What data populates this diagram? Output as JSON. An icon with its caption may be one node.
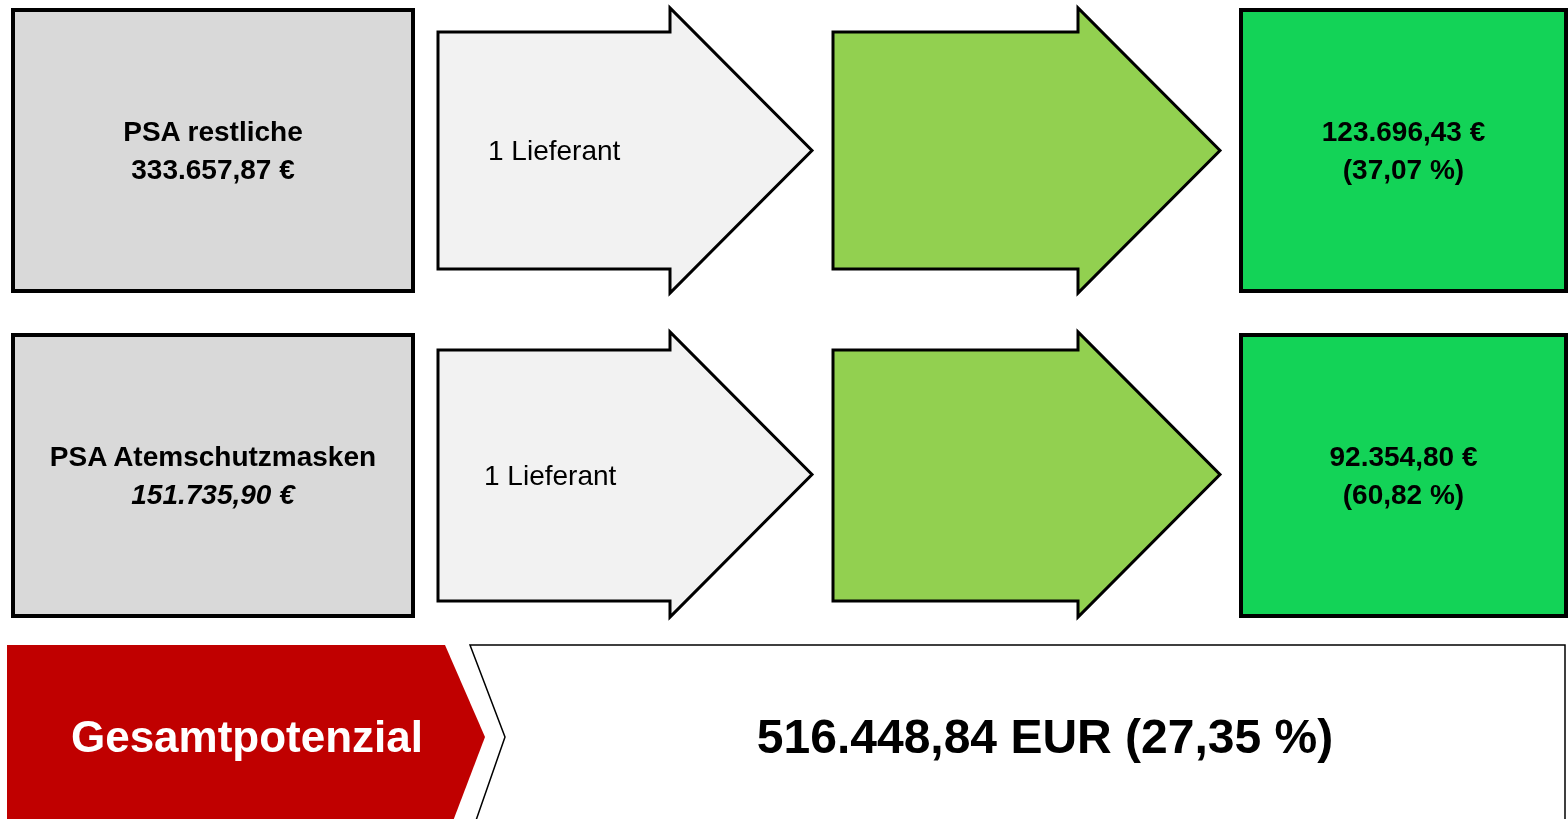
{
  "diagram": {
    "nodes": [
      {
        "text": [
          "PSA restliche 333.657,87 €"
        ]
      },
      {
        "text": [
          "1 Lieferant"
        ]
      },
      {
        "text": [],
        "shape": "arrow"
      },
      {
        "text": [
          "123.696,43 € (37,07 %)"
        ]
      },
      {
        "text": [
          "PSA Atemschutzmasken",
          "151.735,90 €"
        ]
      },
      {
        "text": [
          "1 Lieferant"
        ]
      },
      {
        "text": [],
        "shape": "arrow"
      },
      {
        "text": [
          "92.354,80 € (60,82 %)"
        ]
      },
      {
        "text": [
          "Gesamtpotenzial"
        ]
      },
      {
        "text": [
          "516.448,84 EUR (27,35 %)"
        ]
      }
    ]
  }
}
